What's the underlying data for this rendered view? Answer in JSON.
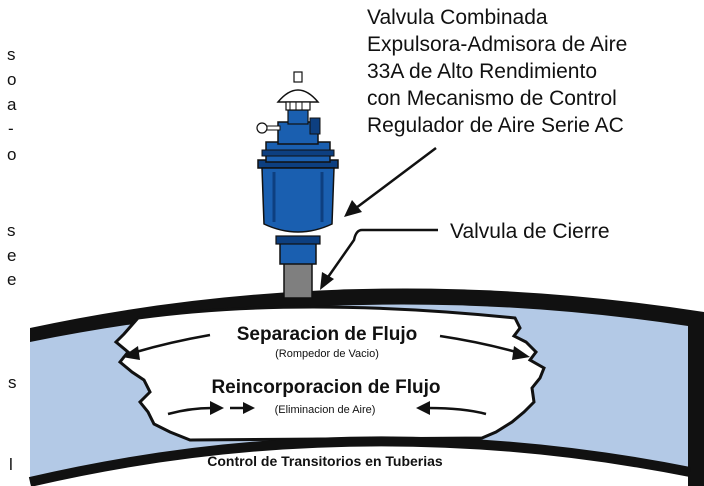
{
  "valve_label_lines": [
    "Valvula Combinada",
    "Expulsora-Admisora de Aire",
    "33A de Alto Rendimiento",
    "con Mecanismo de Control",
    "Regulador de Aire Serie AC"
  ],
  "shutoff_label": "Valvula de Cierre",
  "separation_title": "Separacion de Flujo",
  "separation_subtitle": "(Rompedor de Vacio)",
  "reincorporation_title": "Reincorporacion de Flujo",
  "reincorporation_subtitle": "(Eliminacion de Aire)",
  "pipe_caption": "Control de Transitorios en Tuberias",
  "left_edge_fragments": [
    "s",
    "o",
    "a",
    "-",
    "o",
    "s",
    "e",
    "e",
    "s",
    "l"
  ],
  "colors": {
    "water": "#b3c9e6",
    "valve_body": "#1a5fb0",
    "valve_dark": "#0d3f80",
    "pipe_wall": "#111111",
    "air_pocket": "#ffffff"
  }
}
